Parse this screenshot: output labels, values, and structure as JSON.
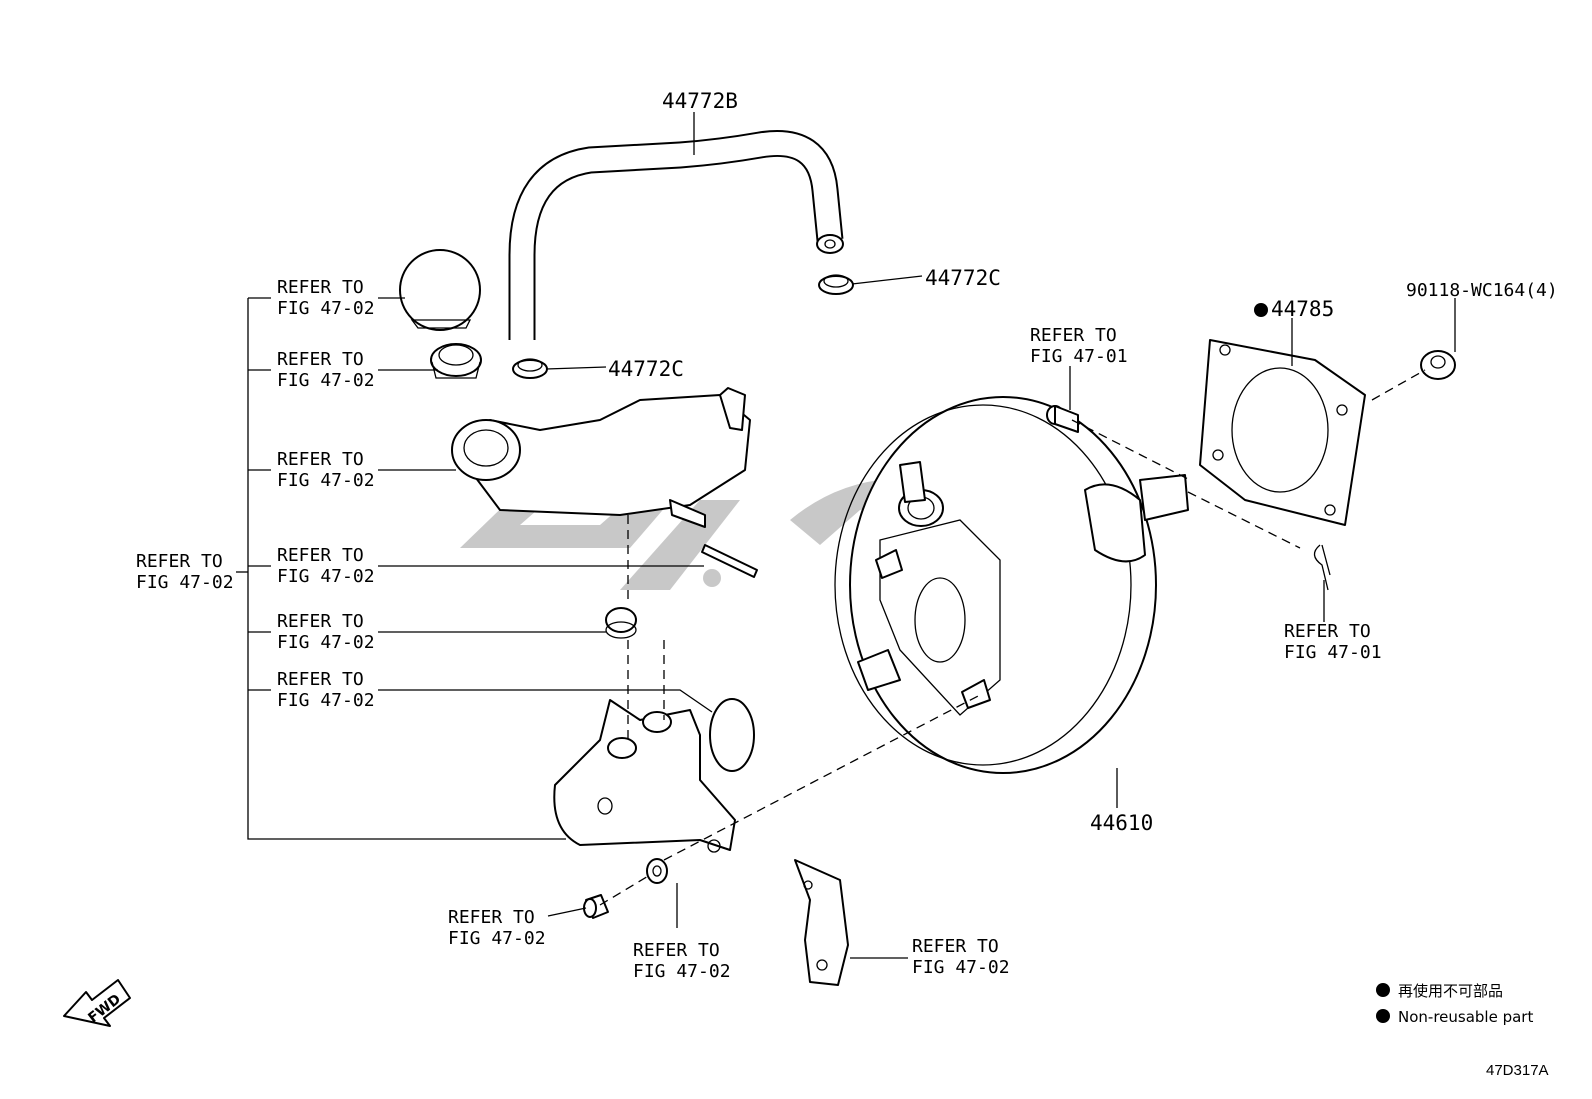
{
  "parts": {
    "hose": "44772B",
    "clip_upper": "44772C",
    "clip_lower": "44772C",
    "gasket": "44785",
    "nut": "90118-WC164(4)",
    "booster": "44610"
  },
  "refer_labels": {
    "reservoir_cap": [
      "REFER TO",
      "FIG 47-02"
    ],
    "strainer": [
      "REFER TO",
      "FIG 47-02"
    ],
    "reservoir": [
      "REFER TO",
      "FIG 47-02"
    ],
    "pin": [
      "REFER TO",
      "FIG 47-02"
    ],
    "grommet": [
      "REFER TO",
      "FIG 47-02"
    ],
    "oring": [
      "REFER TO",
      "FIG 47-02"
    ],
    "master_cylinder": [
      "REFER TO",
      "FIG 47-02"
    ],
    "clevis_pin": [
      "REFER TO",
      "FIG 47-01"
    ],
    "clip_pin": [
      "REFER TO",
      "FIG 47-01"
    ],
    "cap_nut": [
      "REFER TO",
      "FIG 47-02"
    ],
    "washer": [
      "REFER TO",
      "FIG 47-02"
    ],
    "bracket": [
      "REFER TO",
      "FIG 47-02"
    ]
  },
  "legend": {
    "japanese": "再使用不可部品",
    "english": "Non-reusable part"
  },
  "fwd_label": "FWD",
  "drawing_code": "47D317A"
}
